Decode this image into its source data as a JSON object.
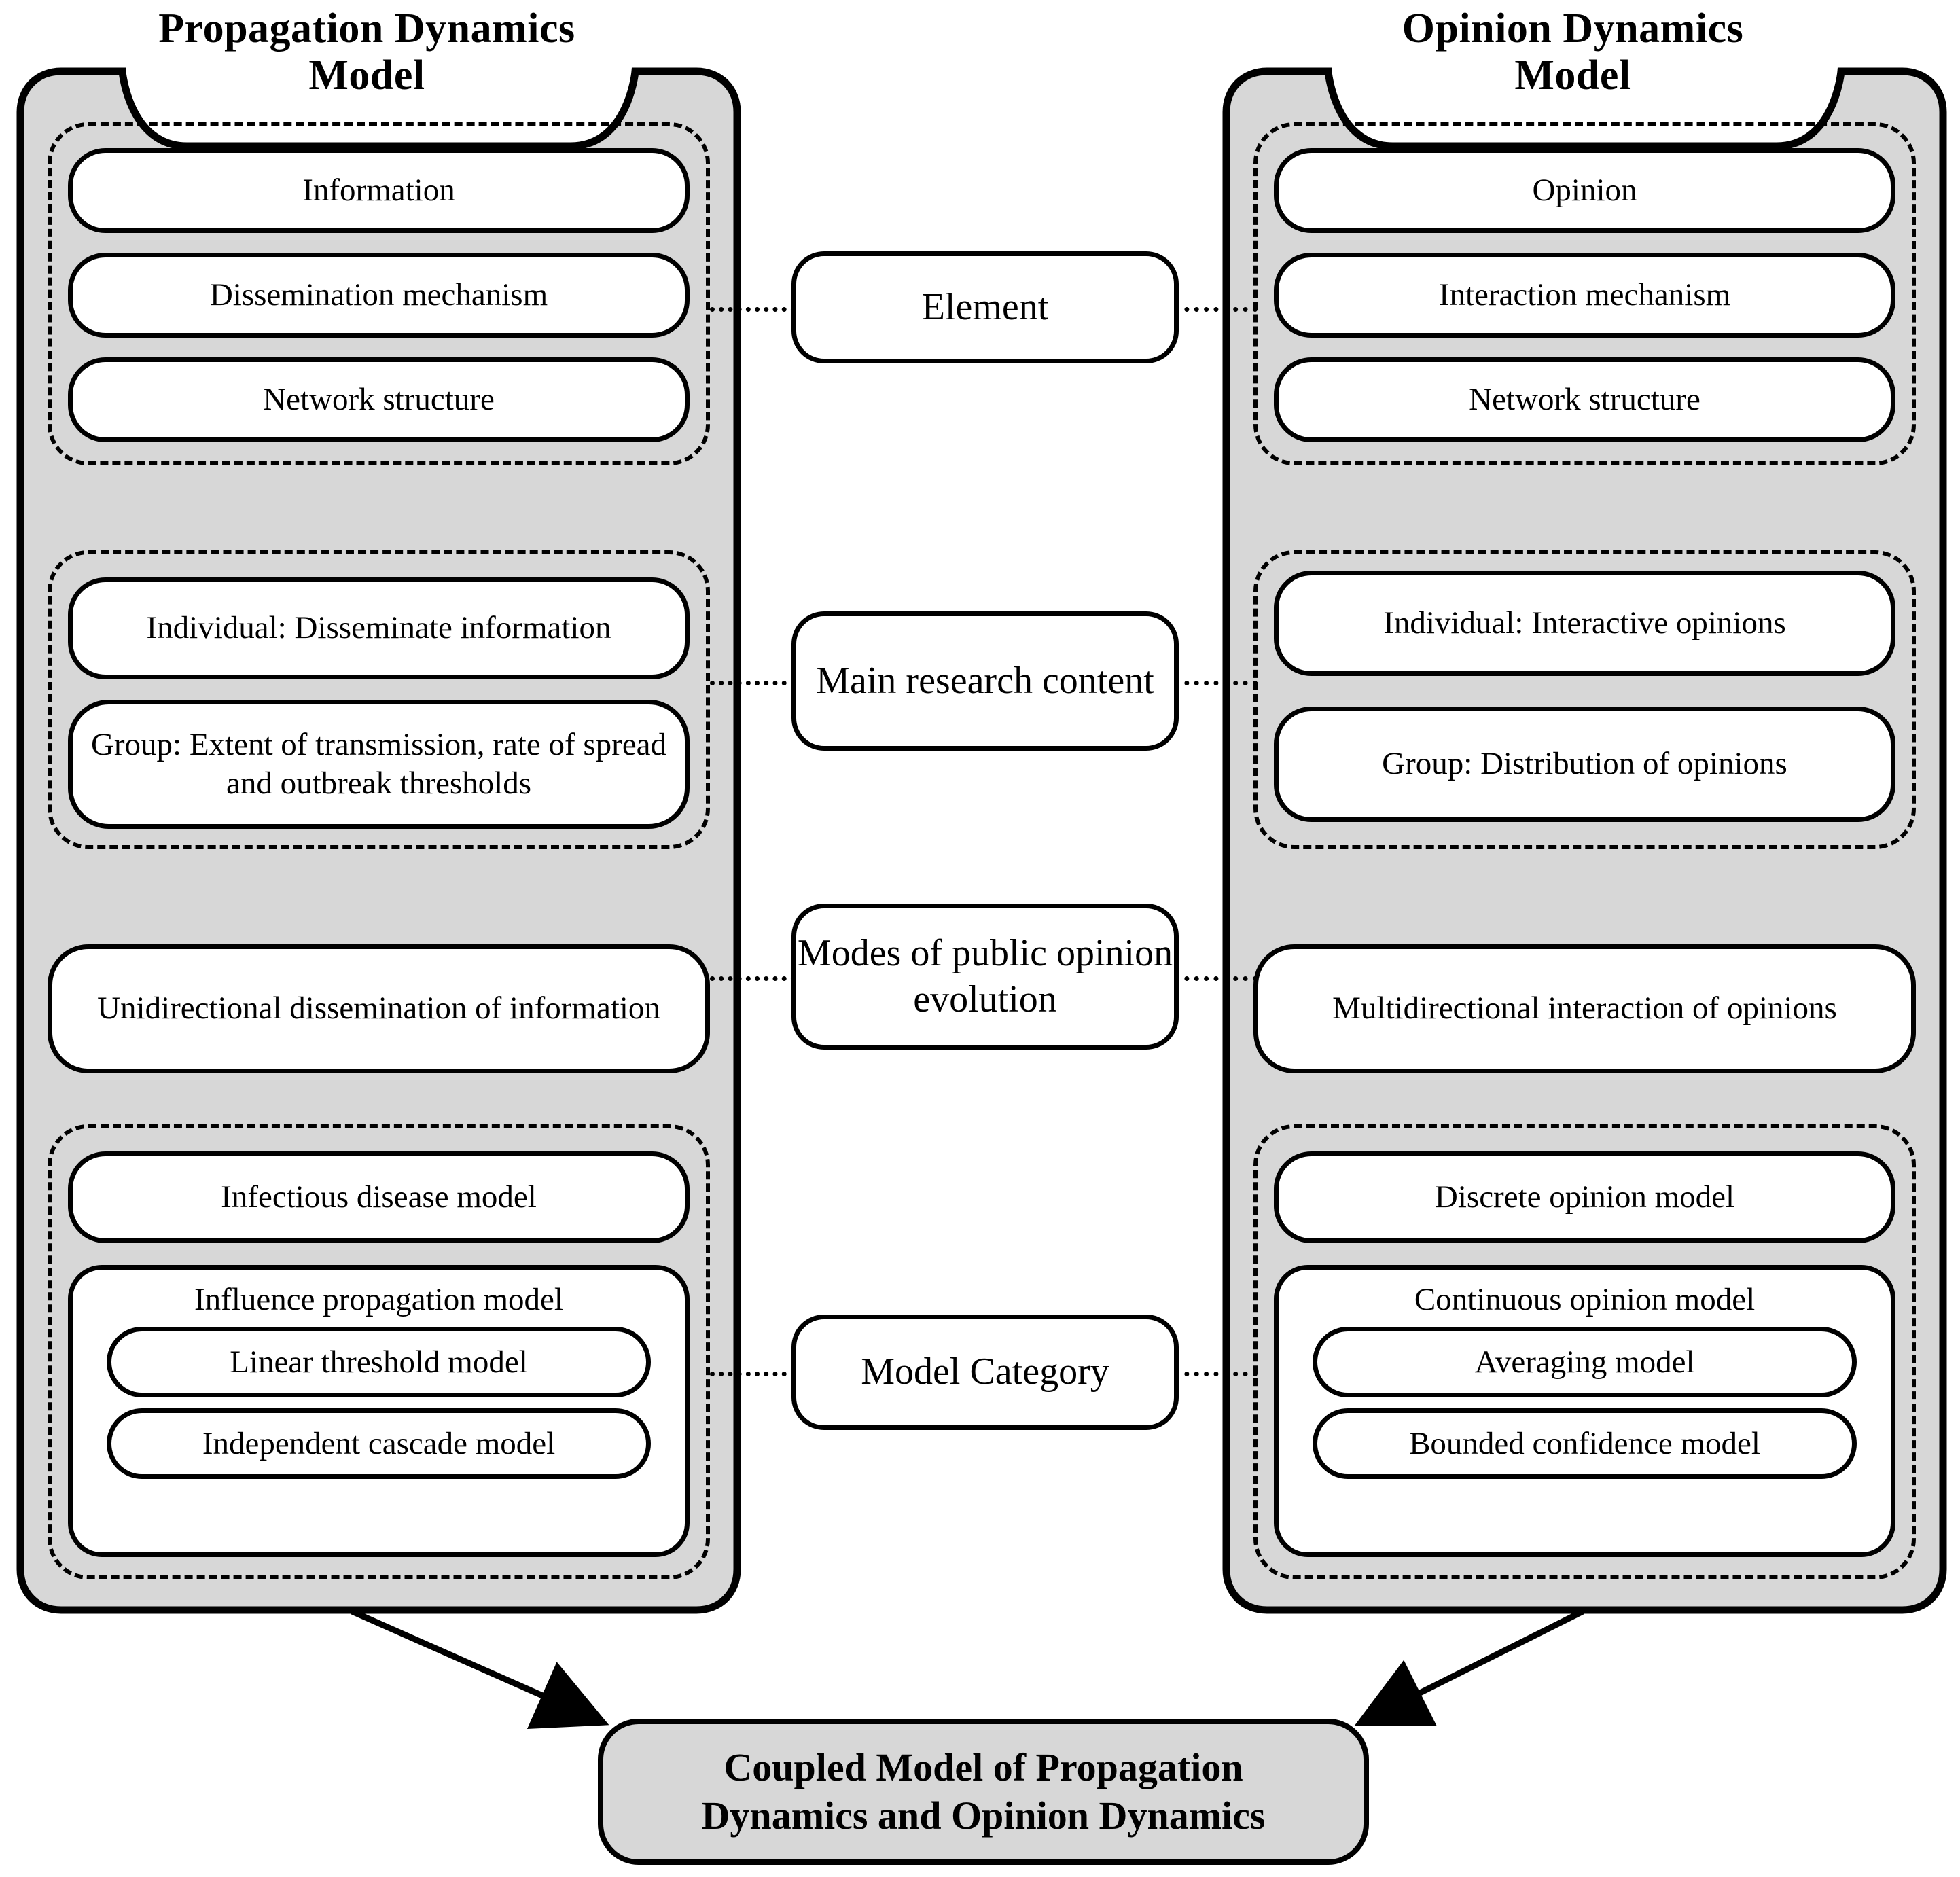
{
  "colors": {
    "panel_fill": "#d7d7d7",
    "box_fill": "#ffffff",
    "stroke": "#000000",
    "coupled_fill": "#d7d7d7"
  },
  "left_column": {
    "title": "Propagation Dynamics\nModel",
    "title_line1": "Propagation Dynamics",
    "title_line2": "Model",
    "groups": [
      {
        "name": "element-group",
        "dashed": true,
        "items": [
          {
            "label": "Information"
          },
          {
            "label": "Dissemination mechanism"
          },
          {
            "label": "Network structure"
          }
        ]
      },
      {
        "name": "research-content-group",
        "dashed": true,
        "items": [
          {
            "label": "Individual: Disseminate information"
          },
          {
            "label": "Group: Extent of transmission, rate of spread and outbreak thresholds"
          }
        ]
      },
      {
        "name": "evolution-mode-group",
        "dashed": false,
        "items": [
          {
            "label": "Unidirectional dissemination of information"
          }
        ]
      },
      {
        "name": "model-category-group",
        "dashed": true,
        "items": [
          {
            "label": "Infectious disease model"
          },
          {
            "label": "Influence propagation model",
            "children": [
              {
                "label": "Linear threshold model"
              },
              {
                "label": "Independent cascade model"
              }
            ]
          }
        ]
      }
    ]
  },
  "right_column": {
    "title": "Opinion Dynamics\nModel",
    "title_line1": "Opinion Dynamics",
    "title_line2": "Model",
    "groups": [
      {
        "name": "element-group",
        "dashed": true,
        "items": [
          {
            "label": "Opinion"
          },
          {
            "label": "Interaction mechanism"
          },
          {
            "label": "Network structure"
          }
        ]
      },
      {
        "name": "research-content-group",
        "dashed": true,
        "items": [
          {
            "label": "Individual: Interactive opinions"
          },
          {
            "label": "Group: Distribution of opinions"
          }
        ]
      },
      {
        "name": "evolution-mode-group",
        "dashed": false,
        "items": [
          {
            "label": "Multidirectional interaction of opinions"
          }
        ]
      },
      {
        "name": "model-category-group",
        "dashed": true,
        "items": [
          {
            "label": "Discrete opinion model"
          },
          {
            "label": "Continuous opinion model",
            "children": [
              {
                "label": "Averaging model"
              },
              {
                "label": "Bounded confidence model"
              }
            ]
          }
        ]
      }
    ]
  },
  "center_labels": [
    {
      "label": "Element"
    },
    {
      "label": "Main research content"
    },
    {
      "label": "Modes of public opinion evolution"
    },
    {
      "label": "Model Category"
    }
  ],
  "coupled_model": {
    "label": "Coupled Model of Propagation Dynamics and Opinion Dynamics",
    "line1": "Coupled Model of Propagation",
    "line2": "Dynamics and Opinion Dynamics"
  }
}
